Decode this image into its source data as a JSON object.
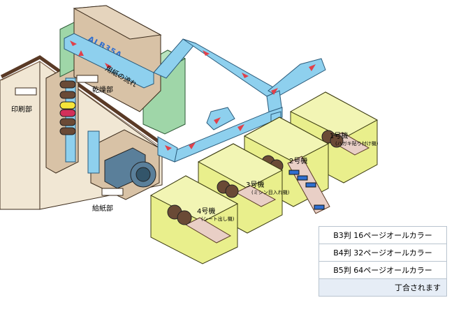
{
  "labels": {
    "printing": "印刷部",
    "drying": "乾燥部",
    "feeding": "給紙部",
    "paper_flow": "用紙の流れ",
    "dryer_model": "ALB35A",
    "machine1": "1号機",
    "machine1_note": "(ハガキ貼り付け機)",
    "machine2": "2号機",
    "machine3": "3号機",
    "machine3_note": "(ミシン目入れ機)",
    "machine4": "4号機",
    "machine4_note": "(シート出し機)"
  },
  "table": {
    "rows": [
      "B3判 16ページオールカラー",
      "B4判 32ページオールカラー",
      "B5判 64ページオールカラー"
    ],
    "note": "丁合されます"
  },
  "colors": {
    "conveyor": "#8ed0ee",
    "machine_box": "#e9ef8c",
    "building": "#f1e7d4",
    "dryer": "#d8c2a6",
    "cabinet": "#9fd6a8",
    "arrow": "#e0404a"
  }
}
